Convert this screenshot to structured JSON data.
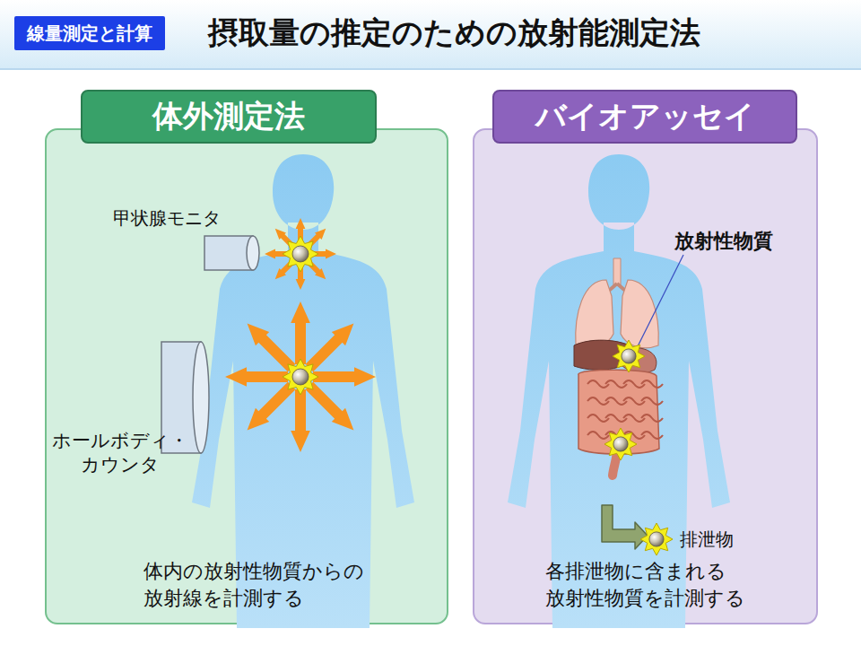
{
  "diagram": {
    "title": "摂取量の推定のための放射能測定法",
    "nodes": [
      {
        "text": [
          "線量測定と計算"
        ]
      },
      {
        "text": [
          "体内の放射性物質からの 放射線を計測する"
        ]
      },
      {
        "text": [
          "体外測定法"
        ],
        "in": 1
      },
      {
        "text": [
          "各排泄物に含まれる 放射性物質を計測する"
        ]
      },
      {
        "text": [
          "バイオアッセイ"
        ],
        "in": 3
      }
    ],
    "labels": [
      "甲状腺モニタ",
      "ホールボディ・ カウンタ",
      "放射性物質",
      "排泄物"
    ]
  }
}
